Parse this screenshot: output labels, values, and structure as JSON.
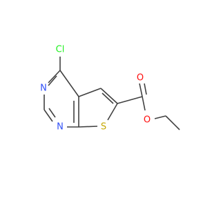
{
  "atoms": {
    "cl": "Cl",
    "n1": "N",
    "n2": "N",
    "s": "S",
    "o1": "O",
    "o2": "O"
  },
  "colors": {
    "bond": "#404040",
    "carbon": "#404040",
    "nitrogen": "#3050f8",
    "sulfur": "#c6a800",
    "oxygen": "#ff0d0d",
    "chlorine": "#1ff01f"
  }
}
